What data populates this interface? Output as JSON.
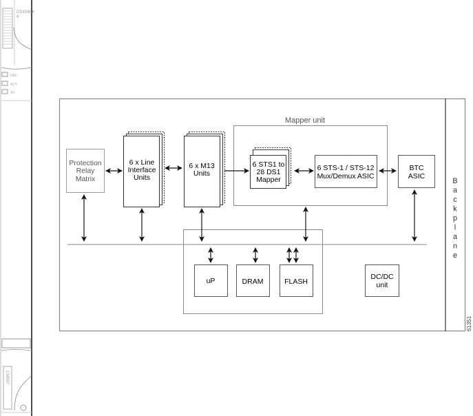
{
  "card": {
    "name": "DS3XM-6",
    "leds": [
      "FAIL",
      "ACT",
      "SF"
    ],
    "barcode_label": "134597"
  },
  "diagram": {
    "mapper_unit_label": "Mapper unit",
    "blocks": {
      "protection": [
        "Protection",
        "Relay",
        "Matrix"
      ],
      "line_interface": [
        "6 x Line",
        "Interface",
        "Units"
      ],
      "m13": [
        "6 x M13",
        "Units"
      ],
      "mapper": [
        "6 STS1 to",
        "28 DS1",
        "Mapper"
      ],
      "mux": [
        "6 STS-1 / STS-12",
        "Mux/Demux ASIC"
      ],
      "btc": [
        "BTC",
        "ASIC"
      ],
      "up": [
        "uP"
      ],
      "dram": [
        "DRAM"
      ],
      "flash": [
        "FLASH"
      ],
      "dcdc": [
        "DC/DC",
        "unit"
      ]
    },
    "backplane_label": "Backplane",
    "figure_id": "61351"
  },
  "colors": {
    "line": "#111111",
    "frame": "#888888",
    "faint": "#999999"
  }
}
